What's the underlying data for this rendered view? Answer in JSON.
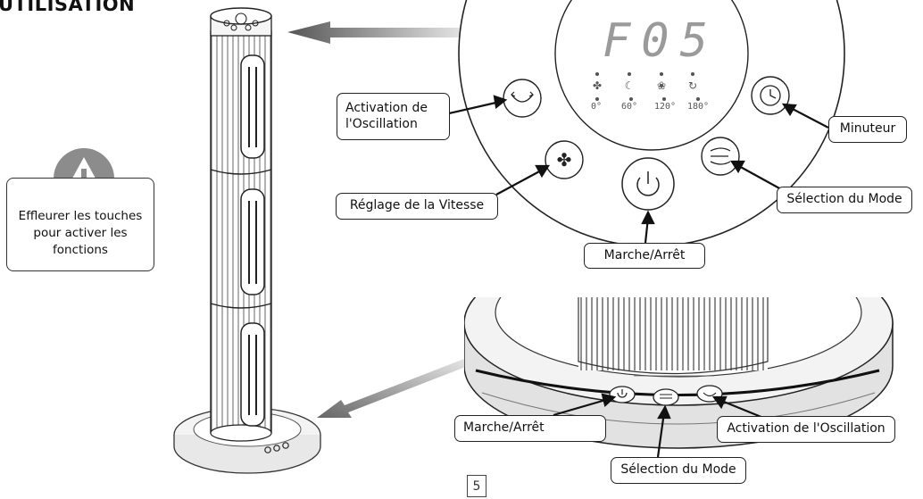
{
  "title": "UTILISATION",
  "note": {
    "lines": [
      "Effleurer les touches",
      "pour activer les",
      "fonctions"
    ]
  },
  "panel": {
    "display": "F05",
    "angles": [
      "0°",
      "60°",
      "120°",
      "180°"
    ]
  },
  "labels": {
    "oscillation": [
      "Activation de",
      "l'Oscillation"
    ],
    "minuteur": "Minuteur",
    "vitesse": "Réglage de la Vitesse",
    "mode": "Sélection du Mode",
    "marche": "Marche/Arrêt"
  },
  "base_labels": {
    "marche": "Marche/Arrêt",
    "oscillation": "Activation de l'Oscillation",
    "mode": "Sélection du Mode"
  },
  "page_number": "5"
}
